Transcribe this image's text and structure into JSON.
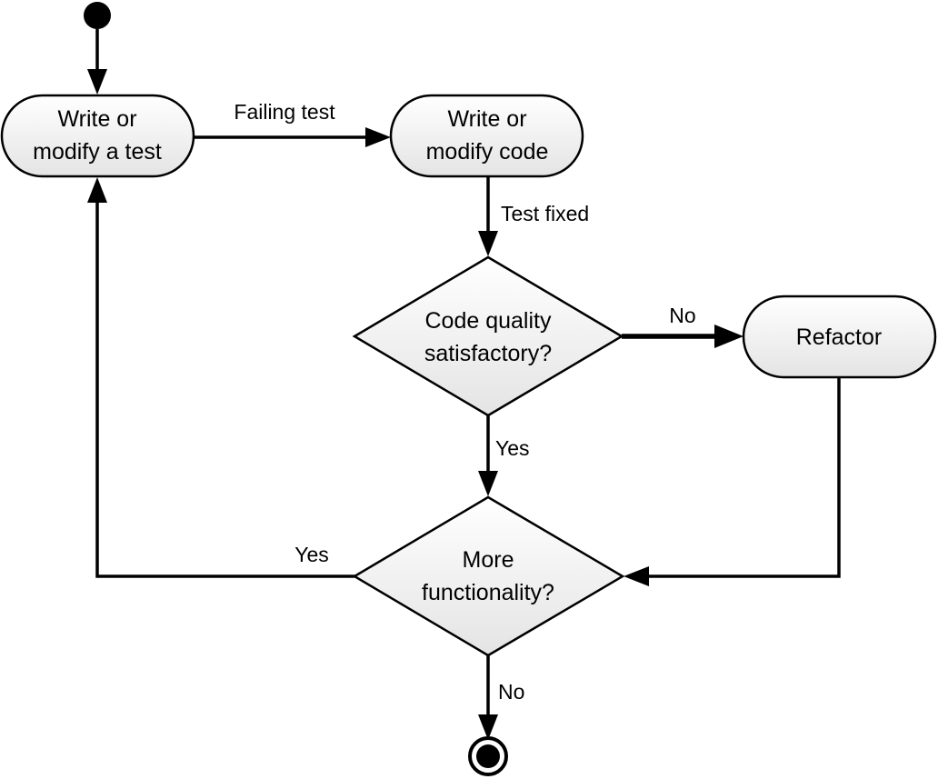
{
  "nodes": {
    "write_test": {
      "lines": [
        "Write or",
        "modify a test"
      ]
    },
    "write_code": {
      "lines": [
        "Write or",
        "modify code"
      ]
    },
    "code_quality": {
      "lines": [
        "Code quality",
        "satisfactory?"
      ]
    },
    "refactor": {
      "lines": [
        "Refactor"
      ]
    },
    "more_functionality": {
      "lines": [
        "More",
        "functionality?"
      ]
    }
  },
  "edges": {
    "failing_test": "Failing test",
    "test_fixed": "Test fixed",
    "quality_no": "No",
    "quality_yes": "Yes",
    "more_yes": "Yes",
    "more_no": "No"
  },
  "colors": {
    "stroke": "#000000",
    "node_fill_top": "#ffffff",
    "node_fill_bottom": "#e6e6e6"
  }
}
